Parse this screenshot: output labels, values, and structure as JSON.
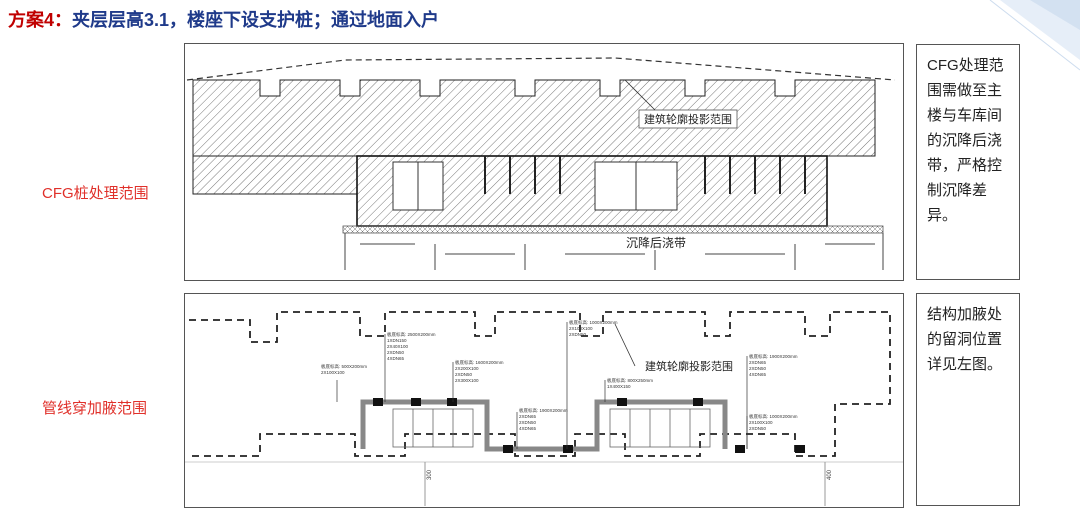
{
  "header": {
    "title_prefix": "方案4：",
    "title_main": "夹层层高3.1，楼座下设支护桩；通过地面入户"
  },
  "labels": {
    "cfg": "CFG桩处理范围",
    "pipe": "管线穿加腋范围"
  },
  "notes": {
    "top": "CFG处理范围需做至主楼与车库间的沉降后浇带，严格控制沉降差异。",
    "bottom": "结构加腋处的留洞位置详见左图。"
  },
  "diagram_top": {
    "outline_label": "建筑轮廓投影范围",
    "strip_label": "沉降后浇带"
  },
  "diagram_bottom": {
    "outline_label": "建筑轮廓投影范围",
    "dim_left": "300",
    "dim_right": "400",
    "tags": [
      {
        "line1": "板底标高: 500X200mm",
        "line2": "2X100X100"
      },
      {
        "line1": "板底标高: 2500X200mm",
        "line2": "1XDN150",
        "line3": "2X40X100",
        "line4": "2XDN50",
        "line5": "4XDN65"
      },
      {
        "line1": "板底标高: 1600X200mm",
        "line2": "2X200X100",
        "line3": "2XDN50",
        "line4": "2X300X100"
      },
      {
        "line1": "板底标高: 1900X200mm",
        "line2": "2XDN65",
        "line3": "2XDN50",
        "line4": "4XDN65"
      },
      {
        "line1": "板底标高: 1000X200mm",
        "line2": "2X100X100",
        "line3": "2XDN50"
      },
      {
        "line1": "板底标高: 800X250mm",
        "line2": "1X400X150"
      },
      {
        "line1": "板底标高: 1900X200mm",
        "line2": "2XDN65",
        "line3": "2XDN50",
        "line4": "4XDN65"
      },
      {
        "line1": "板底标高: 1000X200mm",
        "line2": "2X100X100",
        "line3": "2XDN50"
      }
    ]
  },
  "colors": {
    "title_red": "#c00000",
    "title_blue": "#1f3a8a",
    "label_red": "#e0302a",
    "deco": "#dce8f5"
  }
}
